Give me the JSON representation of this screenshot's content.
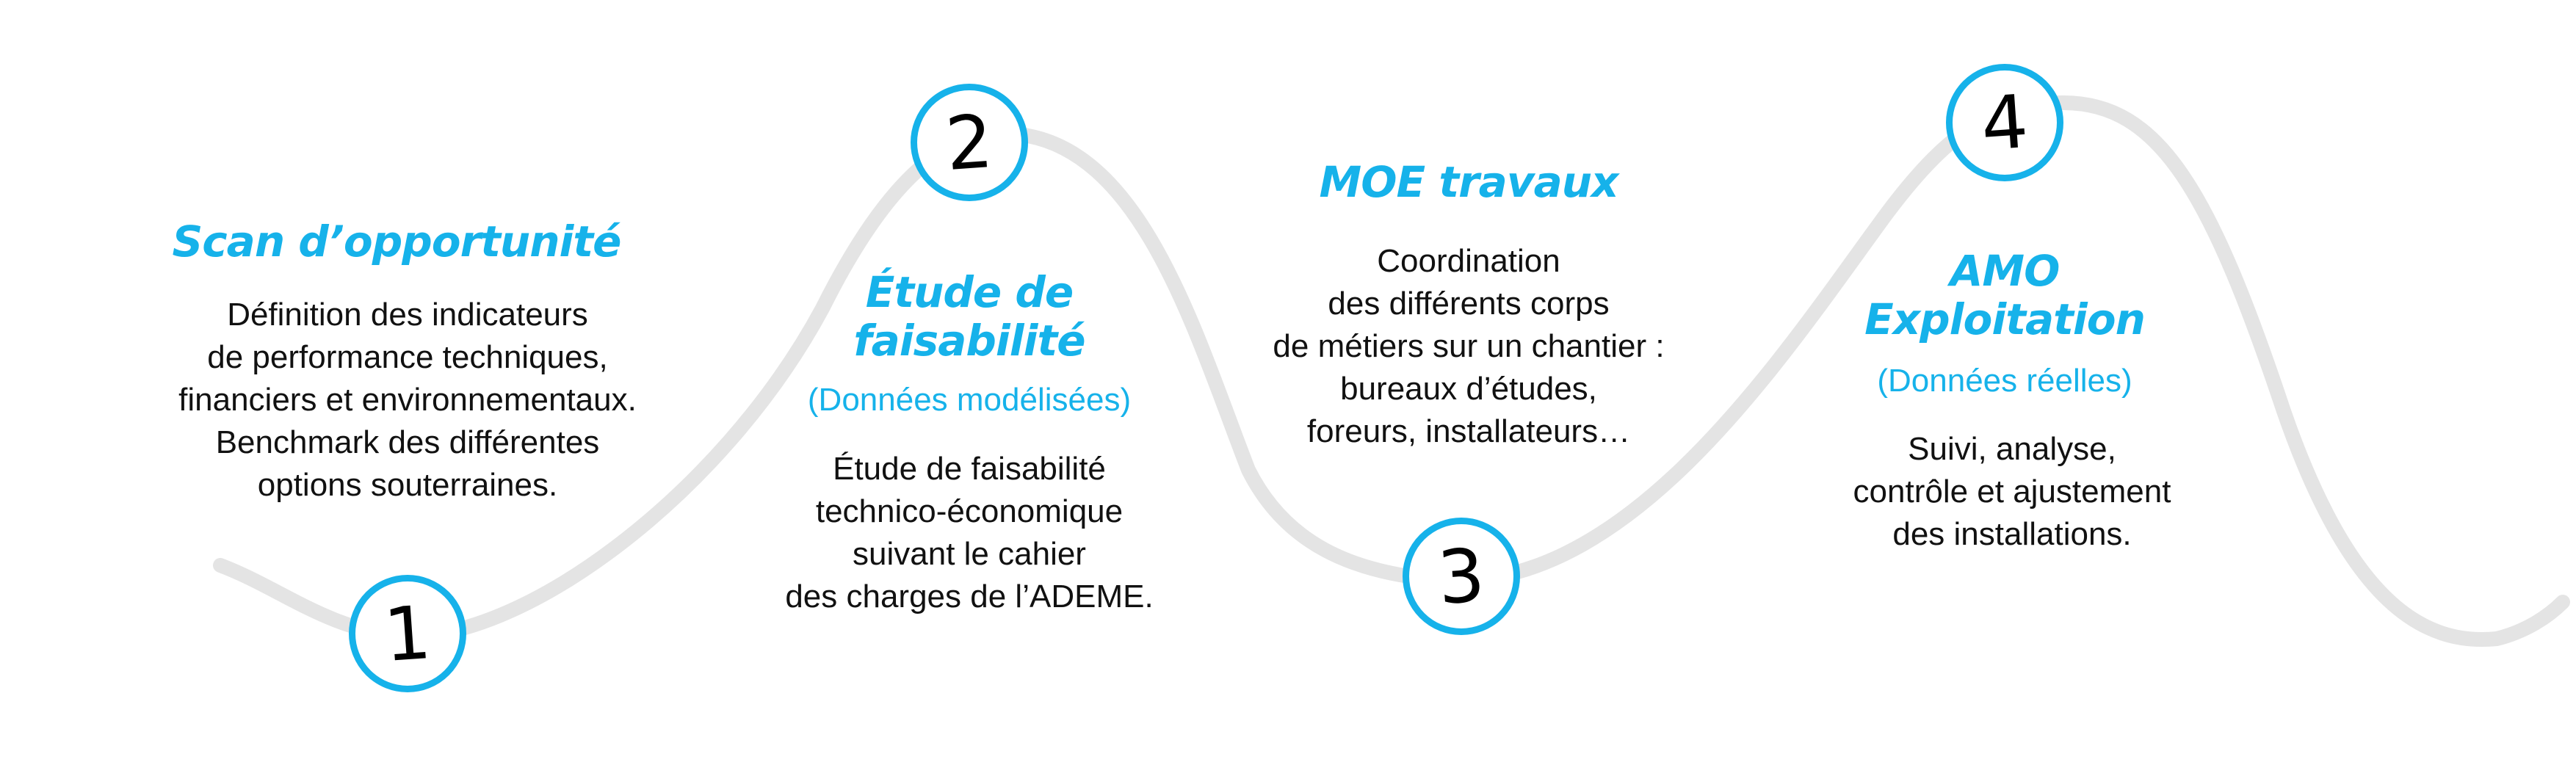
{
  "accent_color": "#16b2ea",
  "curve_color": "#e4e4e4",
  "steps": [
    {
      "number": "1",
      "title": [
        "Scan d’opportunité"
      ],
      "subtitle": "",
      "description": [
        "Définition des indicateurs",
        "de performance techniques,",
        "financiers et environnementaux.",
        "Benchmark des différentes",
        "options souterraines."
      ]
    },
    {
      "number": "2",
      "title": [
        "Étude de",
        "faisabilité"
      ],
      "subtitle": "(Données modélisées)",
      "description": [
        "Étude de faisabilité",
        "technico-économique",
        "suivant le cahier",
        "des charges de l’ADEME."
      ]
    },
    {
      "number": "3",
      "title": [
        "MOE travaux"
      ],
      "subtitle": "",
      "description": [
        "Coordination",
        "des différents corps",
        "de métiers sur un chantier :",
        "bureaux d’études,",
        "foreurs, installateurs…"
      ]
    },
    {
      "number": "4",
      "title": [
        "AMO",
        "Exploitation"
      ],
      "subtitle": "(Données réelles)",
      "description": [
        "Suivi, analyse,",
        "contrôle et ajustement",
        "des installations."
      ]
    }
  ]
}
